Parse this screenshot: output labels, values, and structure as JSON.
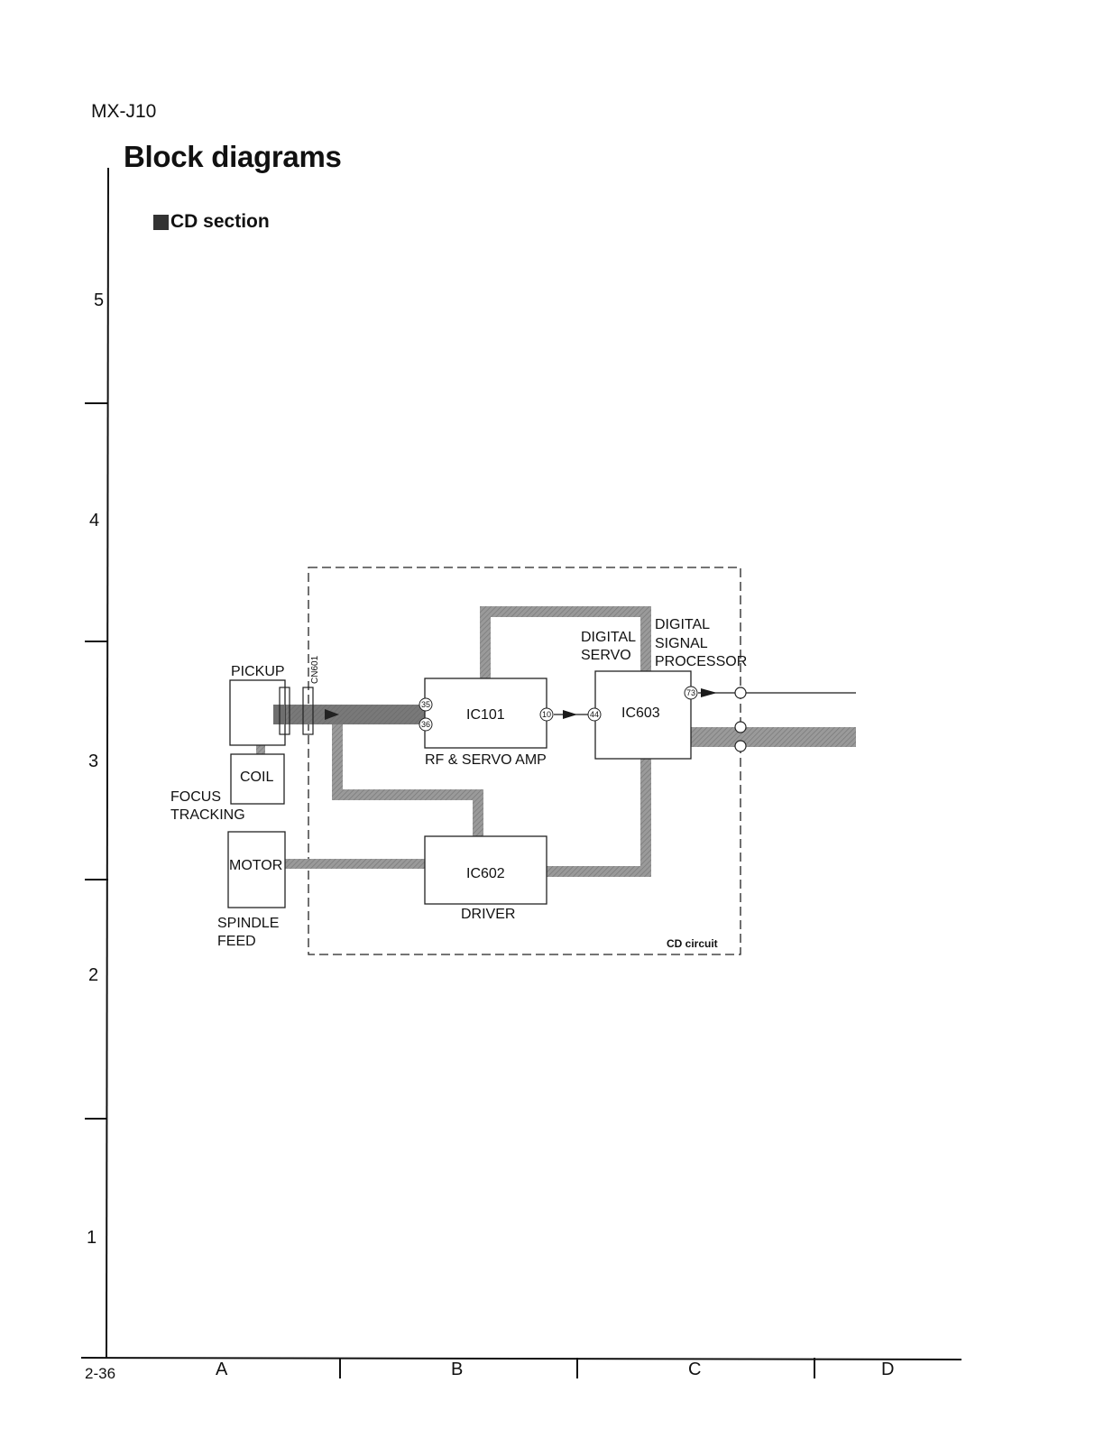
{
  "header": {
    "model": "MX-J10",
    "title": "Block diagrams",
    "section": "CD section"
  },
  "grid": {
    "rows": [
      "5",
      "4",
      "3",
      "2",
      "1"
    ],
    "columns": [
      "A",
      "B",
      "C",
      "D"
    ],
    "page_number": "2-36"
  },
  "diagram": {
    "circuit_label": "CD circuit",
    "connector": "CN601",
    "components": {
      "pickup": "PICKUP",
      "coil": "COIL",
      "coil_note_1": "FOCUS",
      "coil_note_2": "TRACKING",
      "motor": "MOTOR",
      "motor_note_1": "SPINDLE",
      "motor_note_2": "FEED",
      "ic101": "IC101",
      "ic101_func": "RF & SERVO AMP",
      "ic603": "IC603",
      "ic603_func_a1": "DIGITAL",
      "ic603_func_a2": "SERVO",
      "ic603_func_b1": "DIGITAL",
      "ic603_func_b2": "SIGNAL",
      "ic603_func_b3": "PROCESSOR",
      "ic602": "IC602",
      "ic602_func": "DRIVER"
    },
    "pins": {
      "p35": "35",
      "p36": "36",
      "p10": "10",
      "p44": "44",
      "p73": "73"
    }
  },
  "colors": {
    "bus": "#8c8c8c",
    "bus_dark": "#5e5e5e",
    "line": "#1a1a1a"
  }
}
